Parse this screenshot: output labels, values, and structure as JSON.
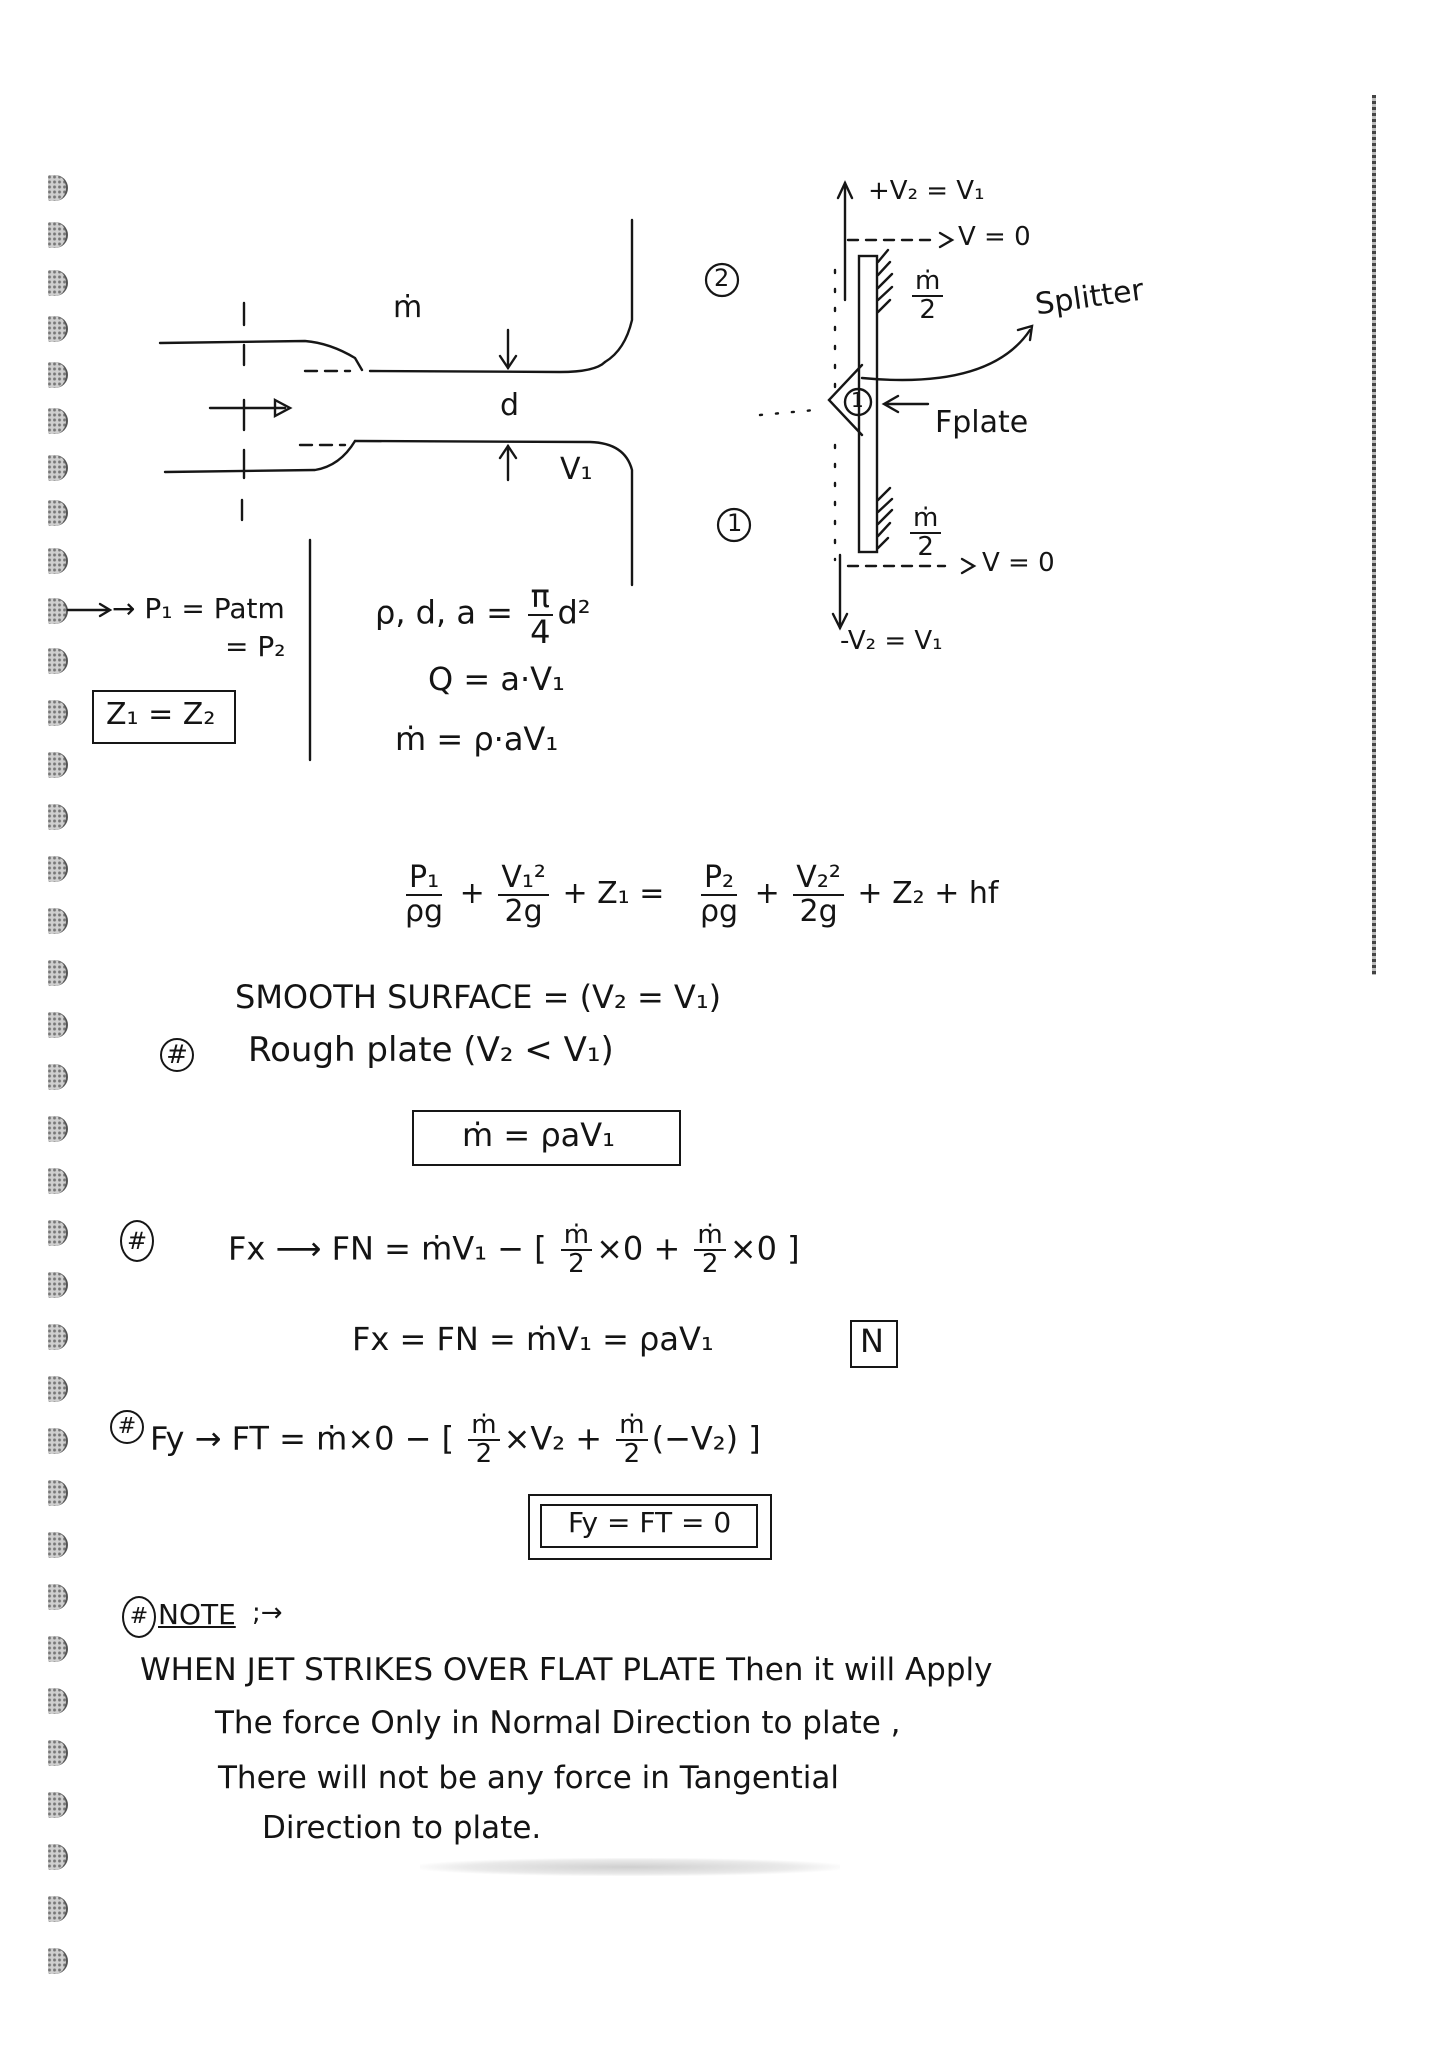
{
  "page": {
    "type": "handwritten-notes",
    "topic": "Jet striking flat plate with splitter",
    "background": "#ffffff",
    "ink": "#141414"
  },
  "diagram": {
    "mass_flow_label": "ṁ",
    "diameter_label": "d",
    "velocity_label": "V₁",
    "section_2_label": "2",
    "section_1_label": "1",
    "splitter_center_label": "1",
    "top_outlet_velocity": "+V₂ = V₁",
    "top_outlet_normal": "V = 0",
    "bottom_outlet_velocity": "-V₂ = V₁",
    "bottom_outlet_normal": "V = 0",
    "top_mass_num": "ṁ",
    "top_mass_den": "2",
    "bottom_mass_num": "ṁ",
    "bottom_mass_den": "2",
    "splitter_label": "Splitter",
    "force_label": "Fplate"
  },
  "assumptions": {
    "pressure_line1": "→ P₁ = Patm",
    "pressure_line2": "= P₂",
    "elevation_boxed": "Z₁ = Z₂"
  },
  "definitions": {
    "line1_prefix": "ρ, d, a = ",
    "line1_frac_num": "π",
    "line1_frac_den": "4",
    "line1_suffix": "d²",
    "line2": "Q = a·V₁",
    "line3": "ṁ = ρ·aV₁"
  },
  "bernoulli": {
    "t1_num": "P₁",
    "t1_den": "ρg",
    "t2_num": "V₁²",
    "t2_den": "2g",
    "t3": "+ Z₁ =",
    "t4_num": "P₂",
    "t4_den": "ρg",
    "t5_num": "V₂²",
    "t5_den": "2g",
    "t6": "+ Z₂ + hf"
  },
  "conditions": {
    "smooth": "SMOOTH SURFACE = (V₂ = V₁)",
    "rough_bullet": "#",
    "rough": "Rough plate (V₂ < V₁)",
    "mass_flow_boxed": "ṁ = ρaV₁"
  },
  "force_x": {
    "bullet": "#",
    "lhs": "Fx ⟶ FN = ṁV₁ − [",
    "frac1_num": "ṁ",
    "frac1_den": "2",
    "mult1": "×0 +",
    "frac2_num": "ṁ",
    "frac2_den": "2",
    "mult2": "×0 ]",
    "result": "Fx = FN = ṁV₁ = ρaV₁",
    "unit_boxed": "N"
  },
  "force_y": {
    "bullet": "#",
    "lhs": "Fy → FT = ṁ×0 − [",
    "frac1_num": "ṁ",
    "frac1_den": "2",
    "mult1": "×V₂ +",
    "frac2_num": "ṁ",
    "frac2_den": "2",
    "mult2": "(−V₂) ]",
    "result_boxed": "Fy = FT = 0"
  },
  "note": {
    "bullet": "#",
    "heading": "NOTE",
    "heading_suffix": ";→",
    "lines": [
      "WHEN JET STRIKES OVER FLAT PLATE Then it will Apply",
      "The force Only in Normal Direction to plate ,",
      "There will not be any force in Tangential",
      "Direction to plate."
    ]
  }
}
